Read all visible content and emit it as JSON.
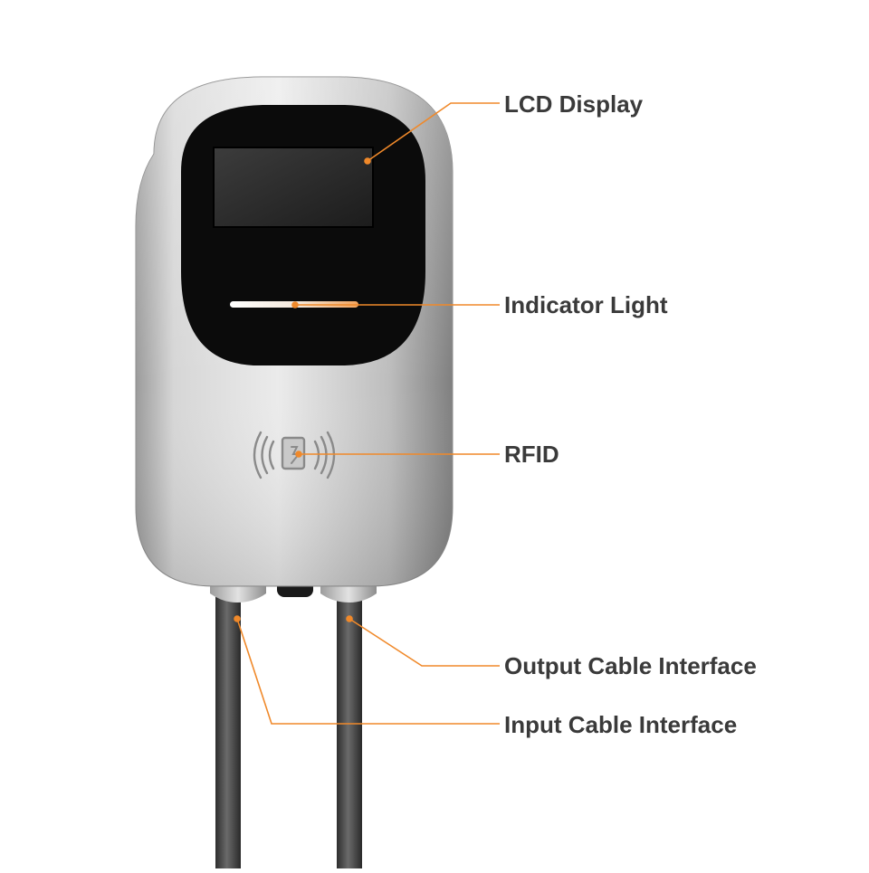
{
  "labels": {
    "lcd": "LCD Display",
    "indicator": "Indicator Light",
    "rfid": "RFID",
    "output_cable": "Output Cable Interface",
    "input_cable": "Input Cable Interface"
  },
  "colors": {
    "leader_line": "#f0892a",
    "label_text": "#3a3a3a",
    "body_silver": "#c9c9c9",
    "face_black": "#0b0b0b",
    "screen": "#2a2a2a",
    "cable": "#4a4a4a",
    "indicator_glow": "#f2a35c"
  },
  "icons": {
    "rfid": "rfid-contactless-icon"
  }
}
